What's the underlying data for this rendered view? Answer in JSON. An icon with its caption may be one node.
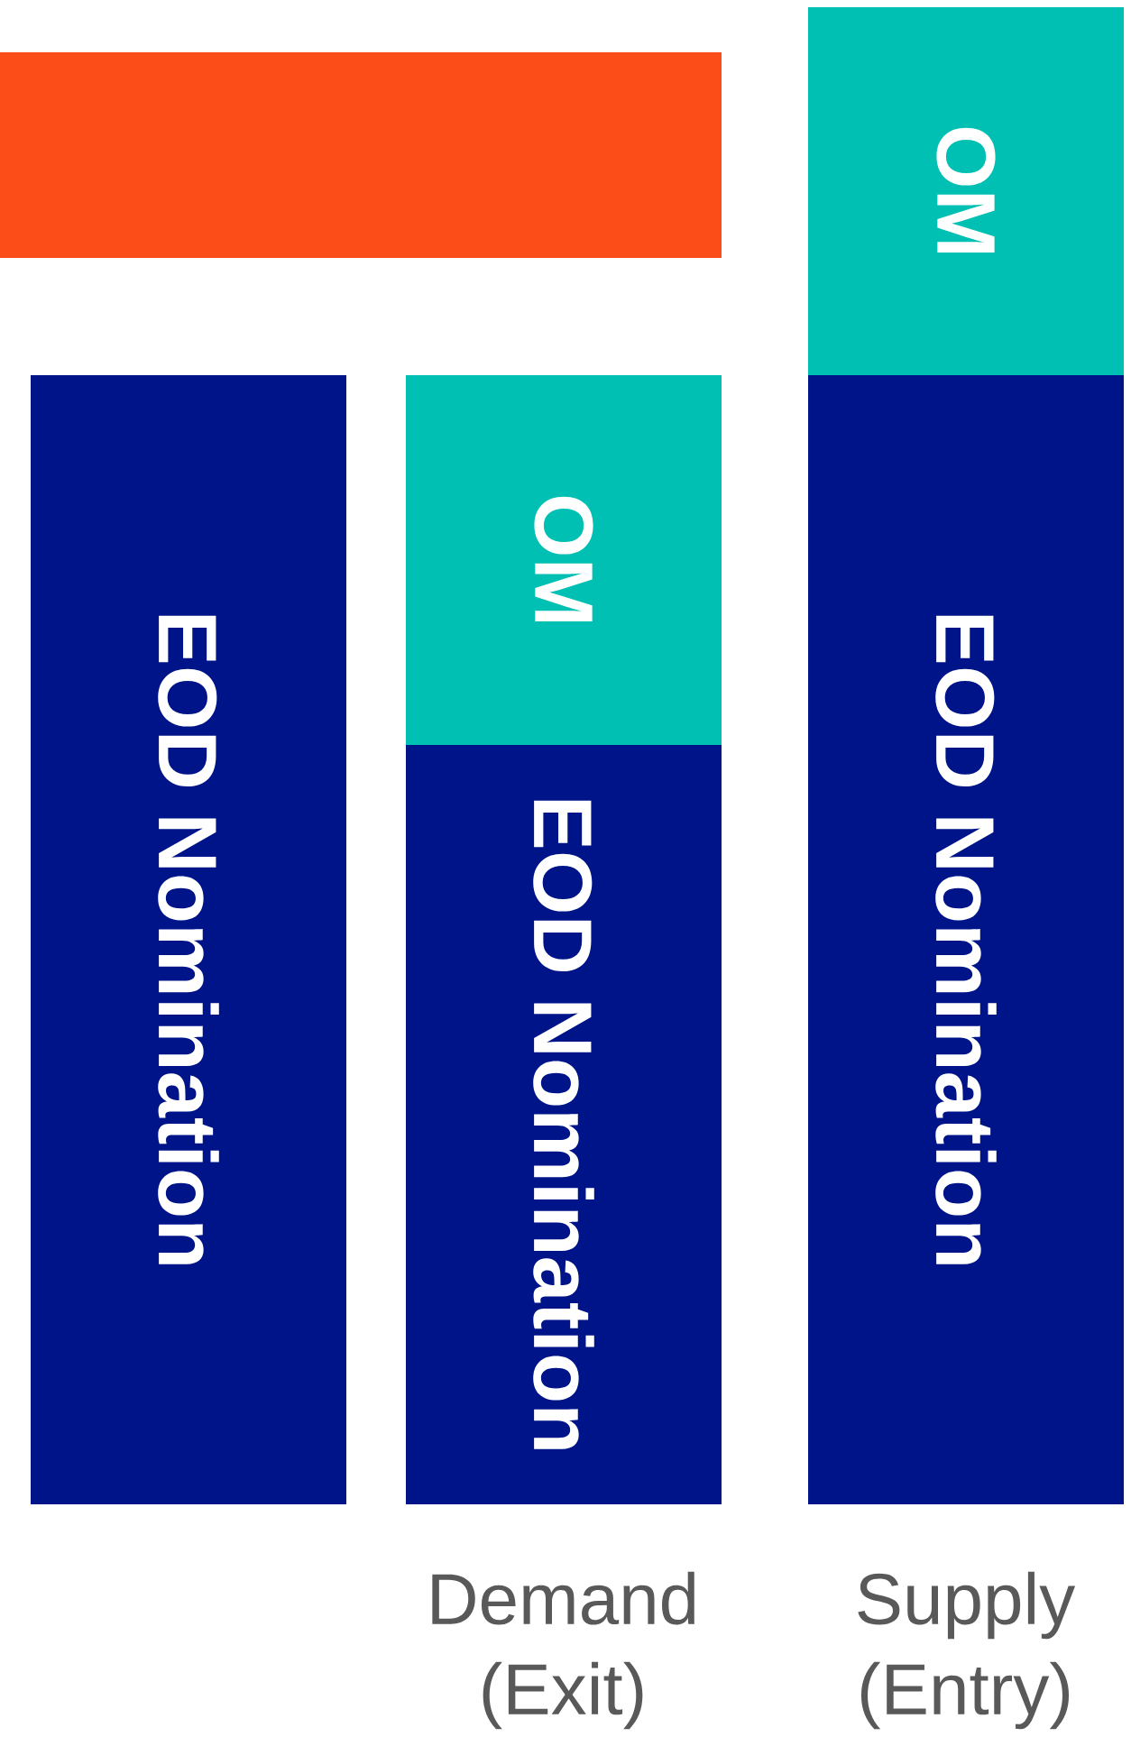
{
  "diagram": {
    "nodes": [
      {
        "text": [],
        "shape": "bar"
      },
      {
        "text": [
          "EOD Nomination"
        ]
      },
      {
        "text": [
          "OM"
        ]
      },
      {
        "text": [
          "EOD Nomination"
        ]
      },
      {
        "text": [
          "OM"
        ]
      },
      {
        "text": [
          "EOD Nomination"
        ]
      }
    ],
    "labels": [
      "Demand (Exit)",
      "Supply (Entry)"
    ]
  }
}
